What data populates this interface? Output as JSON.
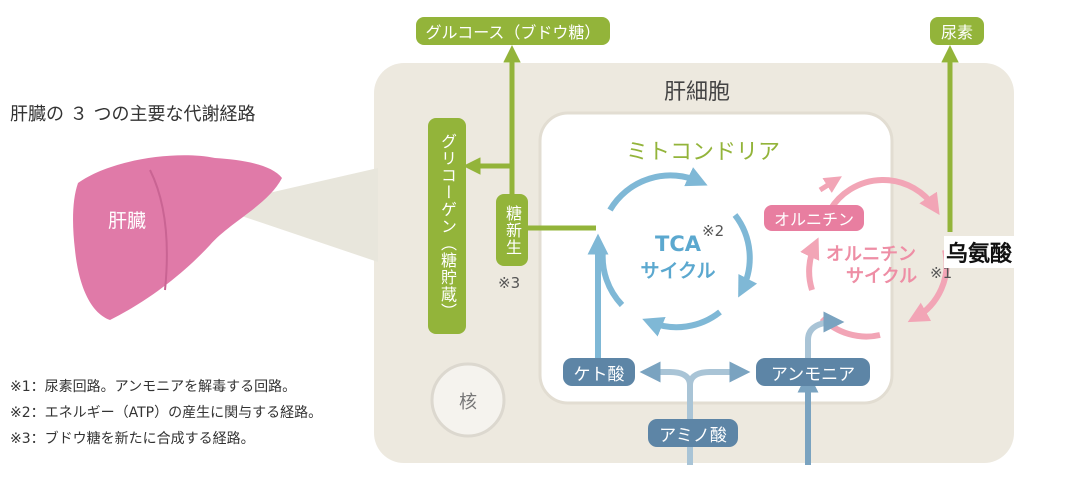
{
  "heading": "肝臓の ３ つの主要な代謝経路",
  "liver_label": "肝臓",
  "cell_label": "肝細胞",
  "mito_label": "ミトコンドリア",
  "tca": {
    "line1": "TCA",
    "line2": "サイクル",
    "mark": "※2"
  },
  "ornithine_cycle": {
    "line1": "オルニチン",
    "line2": "サイクル",
    "mark": "※1",
    "annotation": "乌氨酸"
  },
  "tags": {
    "glucose": "グルコース（ブドウ糖）",
    "urea": "尿素",
    "glycogen": "グリコーゲン（糖貯蔵）",
    "gluconeogenesis": "糖新生",
    "ketone": "ケト酸",
    "ammonia": "アンモニア",
    "amino_acid": "アミノ酸",
    "ornithine": "オルニチン",
    "nucleus": "核"
  },
  "gluconeogenesis_mark": "※3",
  "notes": [
    "※1：尿素回路。アンモニアを解毒する回路。",
    "※2：エネルギー（ATP）の産生に関与する経路。",
    "※3：ブドウ糖を新たに合成する経路。"
  ],
  "colors": {
    "green": "#93b43a",
    "blue": "#7fb8d6",
    "pink": "#f2a5b6",
    "slate": "#5d85a6",
    "liver": "#e07aa8"
  }
}
